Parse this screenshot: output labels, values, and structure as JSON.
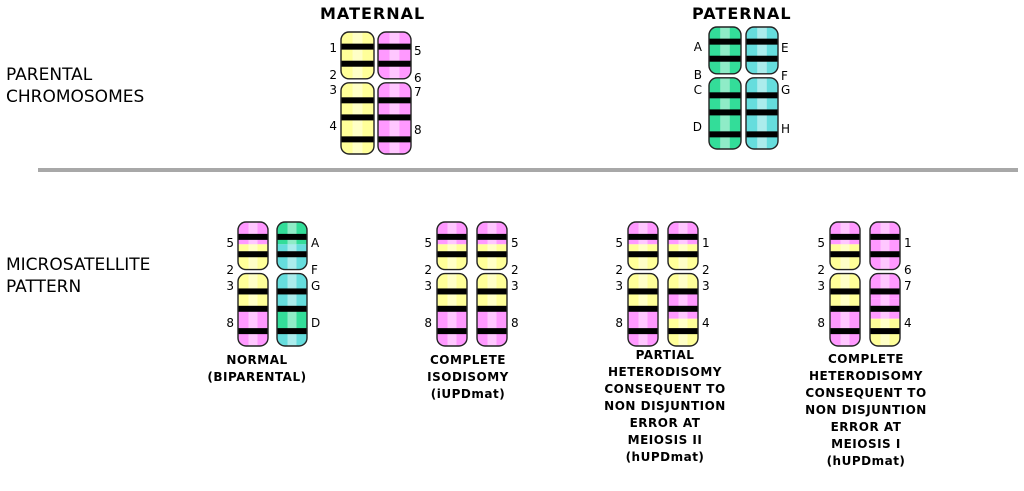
{
  "headers": {
    "maternal": "MATERNAL",
    "paternal": "PATERNAL"
  },
  "side_labels": {
    "parental": "PARENTAL\nCHROMOSOMES",
    "microsatellite": "MICROSATELLITE\nPATTERN"
  },
  "colors": {
    "yellow": "#ffff99",
    "magenta": "#ff99ff",
    "green": "#33dd99",
    "cyan": "#66dddd",
    "band": "#000000",
    "divider": "#a8a8a8"
  },
  "marker_labels": {
    "maternal_left": [
      "1",
      "2",
      "3",
      "4"
    ],
    "maternal_right": [
      "5",
      "6",
      "7",
      "8"
    ],
    "paternal_left": [
      "A",
      "B",
      "C",
      "D"
    ],
    "paternal_right": [
      "E",
      "F",
      "G",
      "H"
    ],
    "normal_left": [
      "5",
      "2",
      "3",
      "8"
    ],
    "normal_right": [
      "A",
      "F",
      "G",
      "D"
    ],
    "iso_left": [
      "5",
      "2",
      "3",
      "8"
    ],
    "iso_right": [
      "5",
      "2",
      "3",
      "8"
    ],
    "partial_left": [
      "5",
      "2",
      "3",
      "8"
    ],
    "partial_right": [
      "1",
      "2",
      "3",
      "4"
    ],
    "complete_left": [
      "5",
      "2",
      "3",
      "8"
    ],
    "complete_right": [
      "1",
      "6",
      "7",
      "4"
    ]
  },
  "captions": {
    "normal": "NORMAL\n(BIPARENTAL)",
    "iso": "COMPLETE\nISODISOMY\n(iUPDmat)",
    "partial": "PARTIAL\nHETERODISOMY\nCONSEQUENT TO\nNON DISJUNTION\nERROR AT\nMEIOSIS II\n(hUPDmat)",
    "complete": "COMPLETE\nHETERODISOMY\nCONSEQUENT TO\nNON DISJUNTION\nERROR AT\nMEIOSIS I\n(hUPDmat)"
  }
}
